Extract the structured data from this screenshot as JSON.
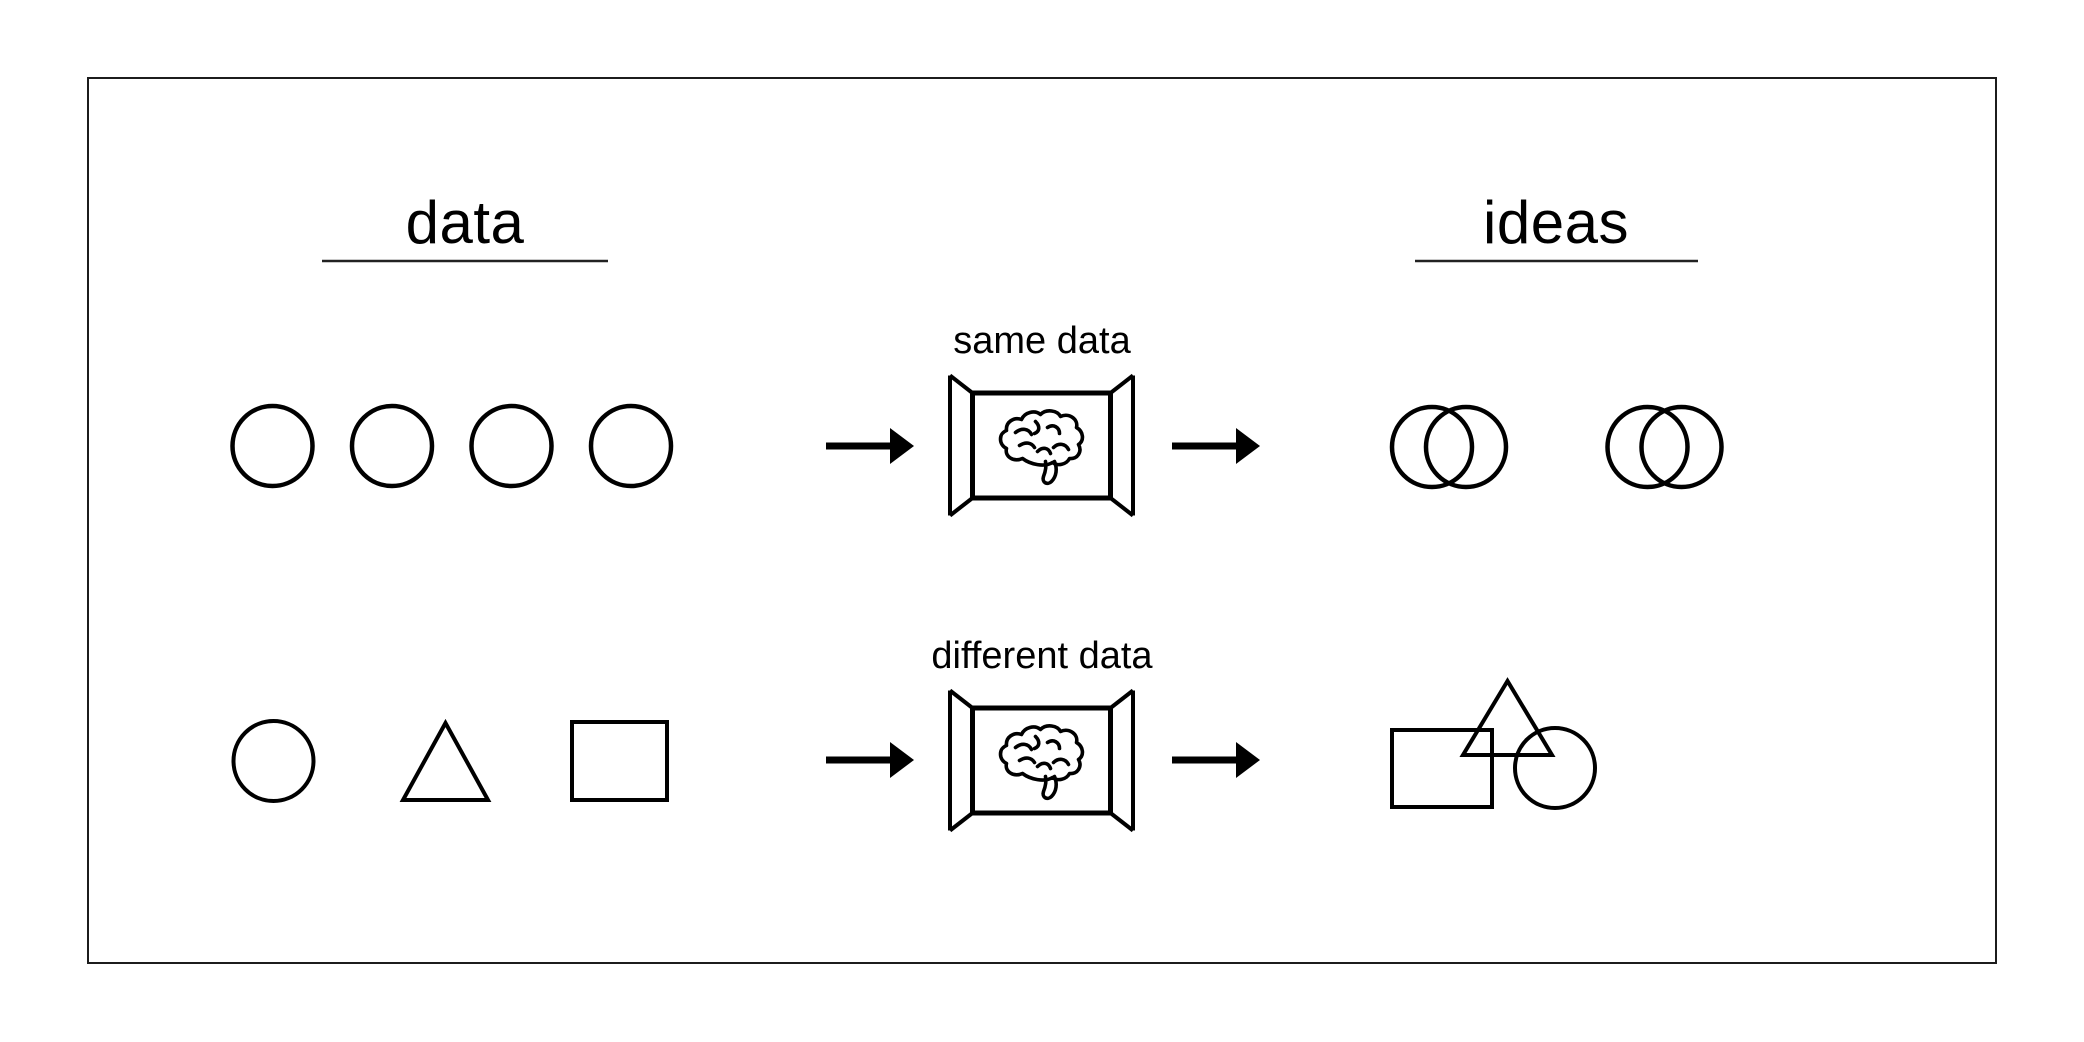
{
  "figure": {
    "background": "#ffffff",
    "border_color": "#1c1c1c",
    "ink_color": "#000000",
    "left_column_title": "data",
    "right_column_title": "ideas",
    "rows": [
      {
        "label": "same data",
        "inputs": [
          "circle",
          "circle",
          "circle",
          "circle"
        ],
        "processor": "brain-window",
        "outputs": [
          "overlapping-circles",
          "overlapping-circles"
        ]
      },
      {
        "label": "different data",
        "inputs": [
          "circle",
          "triangle",
          "square"
        ],
        "processor": "brain-window",
        "outputs": [
          "overlapping-square-triangle-circle"
        ]
      }
    ],
    "icons": {
      "arrow": "arrow-right-icon",
      "brain": "brain-icon",
      "processor_box": "brain-window-icon",
      "paired_output": "overlapping-circles-icon"
    }
  }
}
